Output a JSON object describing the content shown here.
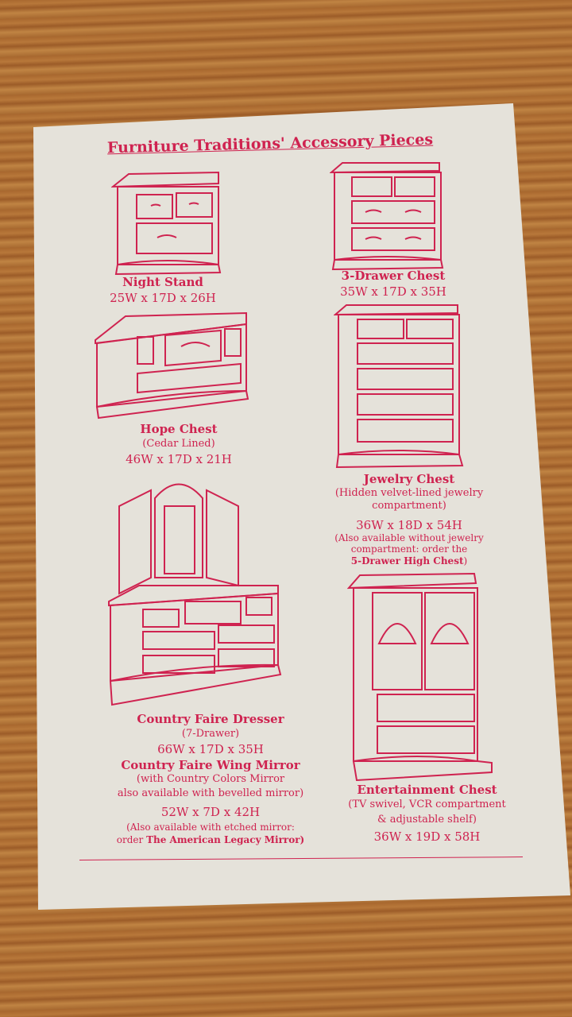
{
  "title": "Furniture Traditions' Accessory Pieces",
  "items": [
    {
      "name": "Night Stand",
      "lines": [
        "25W x 17D x 26H"
      ]
    },
    {
      "name": "3-Drawer Chest",
      "lines": [
        "35W x 17D x 35H"
      ]
    },
    {
      "name": "Hope Chest",
      "note": "(Cedar Lined)",
      "lines": [
        "46W x 17D x 21H"
      ]
    },
    {
      "name": "Jewelry Chest",
      "note": "(Hidden velvet-lined jewelry compartment)",
      "dims": "36W x 18D x 54H",
      "note2": "(Also available without jewelry compartment: order the",
      "note2_bold": "5-Drawer High Chest",
      ")": ")"
    },
    {
      "name": "Country Faire Dresser",
      "note": "(7-Drawer)",
      "dims": "66W x 17D x 35H",
      "name2": "Country Faire Wing Mirror",
      "note2a": "(with Country Colors Mirror",
      "note2b": "also available with bevelled mirror)",
      "dims2": "52W x 7D x 42H",
      "note3a": "(Also available with etched mirror:",
      "note3b": "order",
      "note3_bold": "The American Legacy Mirror)"
    },
    {
      "name": "Entertainment Chest",
      "note_a": "(TV swivel, VCR compartment",
      "note_b": "& adjustable shelf)",
      "dims": "36W x 19D x 58H"
    }
  ],
  "accent": "#cf2350"
}
